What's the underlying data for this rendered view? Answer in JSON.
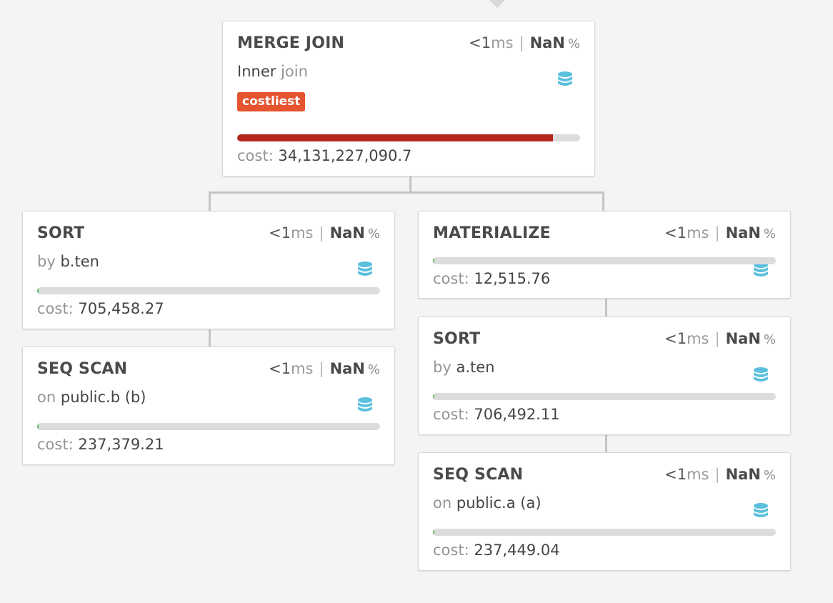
{
  "colors": {
    "costliest_badge": "#e5532f",
    "cost_bar_high": "#b3261e",
    "cost_bar_low": "#5cb85c",
    "db_icon": "#5bc0de",
    "connector": "#c4c4c4"
  },
  "nodes": {
    "merge_join": {
      "title": "MERGE JOIN",
      "time_prefix": "<1",
      "time_unit": "ms",
      "separator": "|",
      "percent_value": "NaN",
      "percent_sign": "%",
      "subtitle_main": "Inner",
      "subtitle_dim": "join",
      "badge": "costliest",
      "cost_label": "cost:",
      "cost_value": "34,131,227,090.7",
      "cost_fraction": 0.92,
      "icon": "database-icon"
    },
    "sort_b": {
      "title": "SORT",
      "time_prefix": "<1",
      "time_unit": "ms",
      "separator": "|",
      "percent_value": "NaN",
      "percent_sign": "%",
      "subtitle_dim": "by",
      "subtitle_main": "b.ten",
      "cost_label": "cost:",
      "cost_value": "705,458.27",
      "cost_fraction": 0.004,
      "icon": "database-icon"
    },
    "seq_scan_b": {
      "title": "SEQ SCAN",
      "time_prefix": "<1",
      "time_unit": "ms",
      "separator": "|",
      "percent_value": "NaN",
      "percent_sign": "%",
      "subtitle_dim": "on",
      "subtitle_main": "public.b (b)",
      "cost_label": "cost:",
      "cost_value": "237,379.21",
      "cost_fraction": 0.004,
      "icon": "database-icon"
    },
    "materialize": {
      "title": "MATERIALIZE",
      "time_prefix": "<1",
      "time_unit": "ms",
      "separator": "|",
      "percent_value": "NaN",
      "percent_sign": "%",
      "cost_label": "cost:",
      "cost_value": "12,515.76",
      "cost_fraction": 0.004,
      "icon": "database-icon"
    },
    "sort_a": {
      "title": "SORT",
      "time_prefix": "<1",
      "time_unit": "ms",
      "separator": "|",
      "percent_value": "NaN",
      "percent_sign": "%",
      "subtitle_dim": "by",
      "subtitle_main": "a.ten",
      "cost_label": "cost:",
      "cost_value": "706,492.11",
      "cost_fraction": 0.004,
      "icon": "database-icon"
    },
    "seq_scan_a": {
      "title": "SEQ SCAN",
      "time_prefix": "<1",
      "time_unit": "ms",
      "separator": "|",
      "percent_value": "NaN",
      "percent_sign": "%",
      "subtitle_dim": "on",
      "subtitle_main": "public.a (a)",
      "cost_label": "cost:",
      "cost_value": "237,449.04",
      "cost_fraction": 0.004,
      "icon": "database-icon"
    }
  }
}
